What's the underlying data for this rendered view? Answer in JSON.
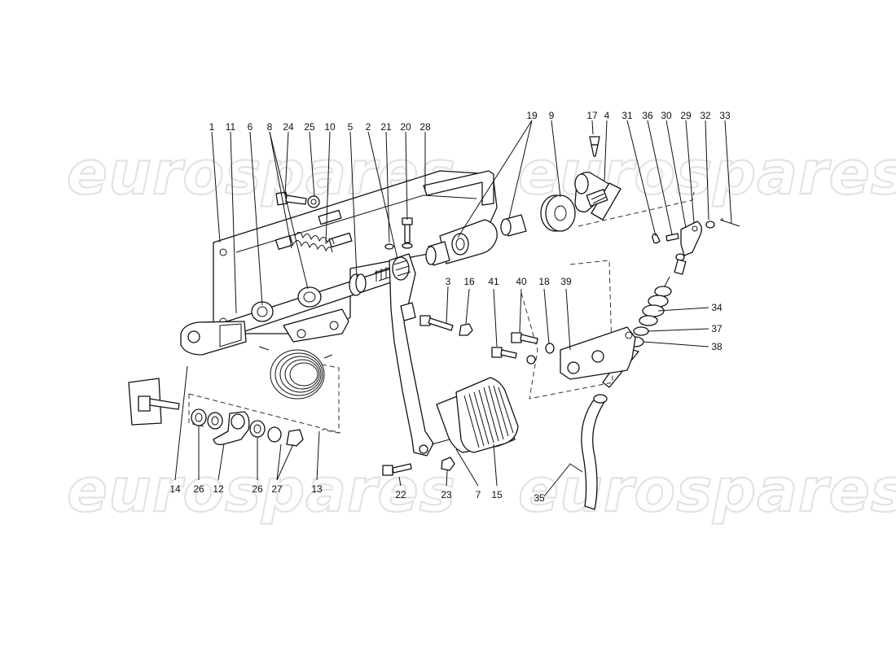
{
  "watermarks": [
    "eurospares",
    "eurospares",
    "eurospares",
    "eurospares"
  ],
  "callouts": [
    "1",
    "11",
    "6",
    "24",
    "25",
    "10",
    "5",
    "2",
    "21",
    "20",
    "28",
    "19",
    "9",
    "17",
    "4",
    "31",
    "36",
    "30",
    "29",
    "32",
    "33",
    "8",
    "3",
    "16",
    "41",
    "40",
    "18",
    "39",
    "34",
    "37",
    "38",
    "14",
    "26",
    "12",
    "26",
    "27",
    "13",
    "22",
    "23",
    "7",
    "15",
    "35"
  ]
}
